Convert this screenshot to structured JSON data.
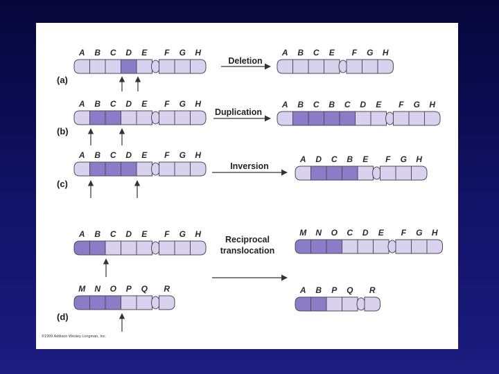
{
  "colors": {
    "light": "#d8d2ee",
    "dark": "#8a7cc6",
    "stroke": "#4a4a5a",
    "arrow": "#333333"
  },
  "copyright": "©1999 Addison Wesley Longman, Inc.",
  "panels": [
    {
      "part": "(a)",
      "operation": [
        "Deletion"
      ],
      "left": [
        {
          "segments": [
            {
              "l": "A",
              "s": "light"
            },
            {
              "l": "B",
              "s": "light"
            },
            {
              "l": "C",
              "s": "light"
            },
            {
              "l": "D",
              "s": "dark"
            },
            {
              "l": "E",
              "s": "light"
            },
            {
              "l": "|"
            },
            {
              "l": "F",
              "s": "light"
            },
            {
              "l": "G",
              "s": "light"
            },
            {
              "l": "H",
              "s": "light"
            }
          ]
        }
      ],
      "right": [
        {
          "segments": [
            {
              "l": "A",
              "s": "light"
            },
            {
              "l": "B",
              "s": "light"
            },
            {
              "l": "C",
              "s": "light"
            },
            {
              "l": "E",
              "s": "light"
            },
            {
              "l": "|"
            },
            {
              "l": "F",
              "s": "light"
            },
            {
              "l": "G",
              "s": "light"
            },
            {
              "l": "H",
              "s": "light"
            }
          ]
        }
      ]
    },
    {
      "part": "(b)",
      "operation": [
        "Duplication"
      ],
      "left": [
        {
          "segments": [
            {
              "l": "A",
              "s": "light"
            },
            {
              "l": "B",
              "s": "dark"
            },
            {
              "l": "C",
              "s": "dark"
            },
            {
              "l": "D",
              "s": "light"
            },
            {
              "l": "E",
              "s": "light"
            },
            {
              "l": "|"
            },
            {
              "l": "F",
              "s": "light"
            },
            {
              "l": "G",
              "s": "light"
            },
            {
              "l": "H",
              "s": "light"
            }
          ]
        }
      ],
      "right": [
        {
          "segments": [
            {
              "l": "A",
              "s": "light"
            },
            {
              "l": "B",
              "s": "dark"
            },
            {
              "l": "C",
              "s": "dark"
            },
            {
              "l": "B",
              "s": "dark"
            },
            {
              "l": "C",
              "s": "dark"
            },
            {
              "l": "D",
              "s": "light"
            },
            {
              "l": "E",
              "s": "light"
            },
            {
              "l": "|"
            },
            {
              "l": "F",
              "s": "light"
            },
            {
              "l": "G",
              "s": "light"
            },
            {
              "l": "H",
              "s": "light"
            }
          ]
        }
      ]
    },
    {
      "part": "(c)",
      "operation": [
        "Inversion"
      ],
      "left": [
        {
          "segments": [
            {
              "l": "A",
              "s": "light"
            },
            {
              "l": "B",
              "s": "dark"
            },
            {
              "l": "C",
              "s": "dark"
            },
            {
              "l": "D",
              "s": "dark"
            },
            {
              "l": "E",
              "s": "light"
            },
            {
              "l": "|"
            },
            {
              "l": "F",
              "s": "light"
            },
            {
              "l": "G",
              "s": "light"
            },
            {
              "l": "H",
              "s": "light"
            }
          ]
        }
      ],
      "right": [
        {
          "segments": [
            {
              "l": "A",
              "s": "light"
            },
            {
              "l": "D",
              "s": "dark"
            },
            {
              "l": "C",
              "s": "dark"
            },
            {
              "l": "B",
              "s": "dark"
            },
            {
              "l": "E",
              "s": "light"
            },
            {
              "l": "|"
            },
            {
              "l": "F",
              "s": "light"
            },
            {
              "l": "G",
              "s": "light"
            },
            {
              "l": "H",
              "s": "light"
            }
          ]
        }
      ]
    },
    {
      "part": "(d)",
      "operation": [
        "Reciprocal",
        "translocation"
      ],
      "left": [
        {
          "segments": [
            {
              "l": "A",
              "s": "dark"
            },
            {
              "l": "B",
              "s": "dark"
            },
            {
              "l": "C",
              "s": "light"
            },
            {
              "l": "D",
              "s": "light"
            },
            {
              "l": "E",
              "s": "light"
            },
            {
              "l": "|"
            },
            {
              "l": "F",
              "s": "light"
            },
            {
              "l": "G",
              "s": "light"
            },
            {
              "l": "H",
              "s": "light"
            }
          ]
        },
        {
          "segments": [
            {
              "l": "M",
              "s": "dark"
            },
            {
              "l": "N",
              "s": "dark"
            },
            {
              "l": "O",
              "s": "dark"
            },
            {
              "l": "P",
              "s": "light"
            },
            {
              "l": "Q",
              "s": "light"
            },
            {
              "l": "|"
            },
            {
              "l": "R",
              "s": "light"
            }
          ]
        }
      ],
      "right": [
        {
          "segments": [
            {
              "l": "M",
              "s": "dark"
            },
            {
              "l": "N",
              "s": "dark"
            },
            {
              "l": "O",
              "s": "dark"
            },
            {
              "l": "C",
              "s": "light"
            },
            {
              "l": "D",
              "s": "light"
            },
            {
              "l": "E",
              "s": "light"
            },
            {
              "l": "|"
            },
            {
              "l": "F",
              "s": "light"
            },
            {
              "l": "G",
              "s": "light"
            },
            {
              "l": "H",
              "s": "light"
            }
          ]
        },
        {
          "segments": [
            {
              "l": "A",
              "s": "dark"
            },
            {
              "l": "B",
              "s": "dark"
            },
            {
              "l": "P",
              "s": "light"
            },
            {
              "l": "Q",
              "s": "light"
            },
            {
              "l": "|"
            },
            {
              "l": "R",
              "s": "light"
            }
          ]
        }
      ]
    }
  ]
}
